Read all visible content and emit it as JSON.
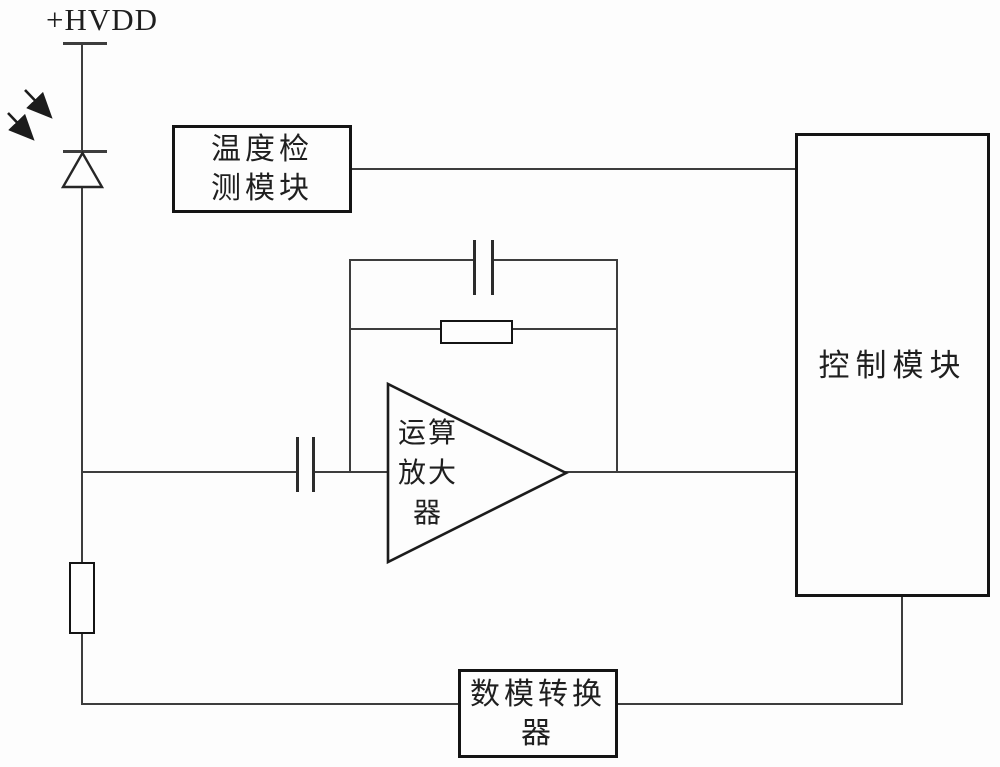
{
  "diagram": {
    "power_label": "+HVDD",
    "temp_module": {
      "line1": "温度检",
      "line2": "测模块"
    },
    "control_module": {
      "label": "控制模块"
    },
    "opamp": {
      "line1": "运算",
      "line2": "放大",
      "line3": "器"
    },
    "dac": {
      "line1": "数模转换",
      "line2": "器"
    }
  },
  "colors": {
    "wire": "#3d3d3d",
    "border": "#141414",
    "text": "#1f1f1f",
    "background": "#fdfdfd"
  }
}
